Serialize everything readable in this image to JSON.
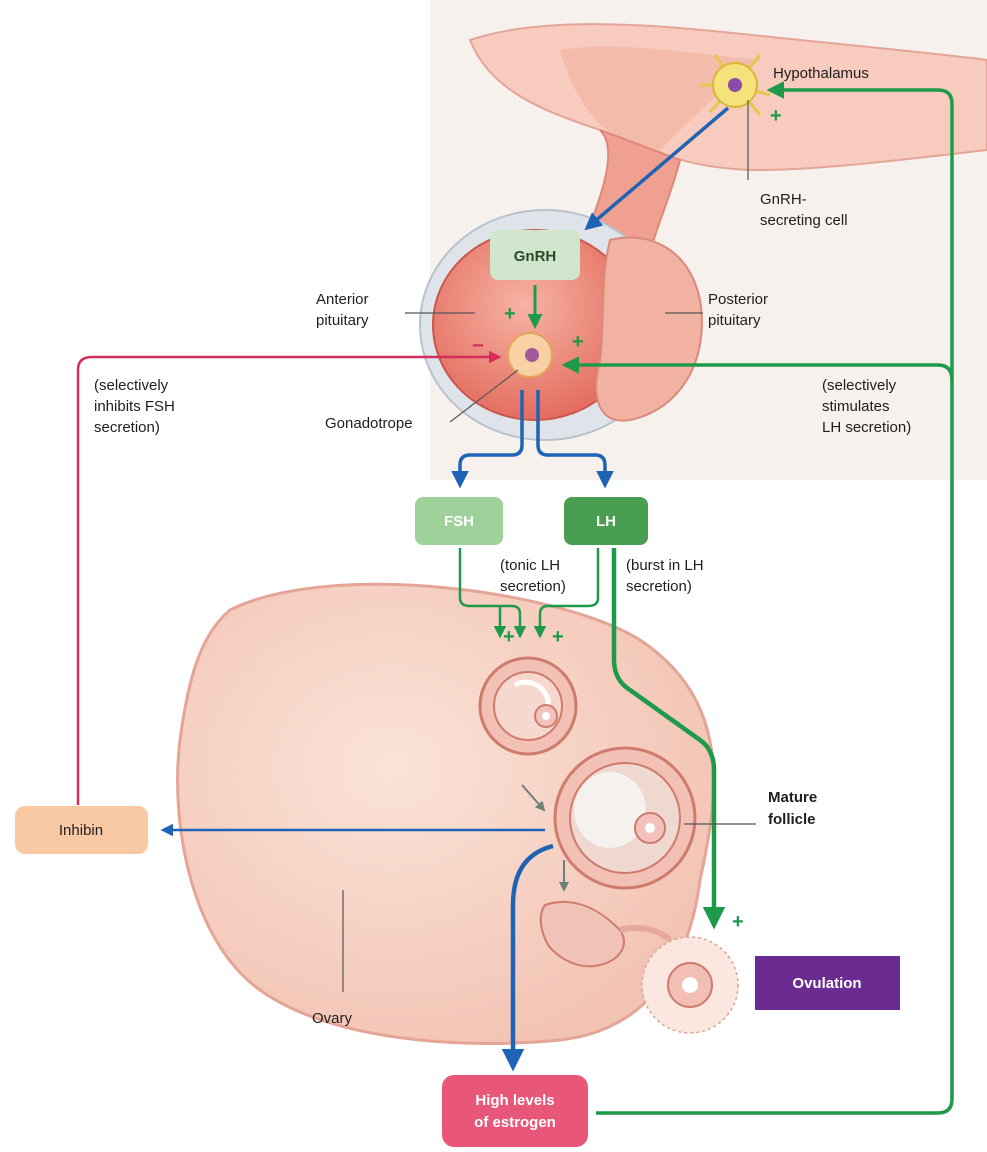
{
  "labels": {
    "hypothalamus": "Hypothalamus",
    "gnrh_cell_1": "GnRH-",
    "gnrh_cell_2": "secreting cell",
    "anterior_1": "Anterior",
    "anterior_2": "pituitary",
    "posterior_1": "Posterior",
    "posterior_2": "pituitary",
    "gonadotrope": "Gonadotrope",
    "inhibits_1": "(selectively",
    "inhibits_2": "inhibits FSH",
    "inhibits_3": "secretion)",
    "stimulates_1": "(selectively",
    "stimulates_2": "stimulates",
    "stimulates_3": "LH secretion)",
    "tonic_1": "(tonic LH",
    "tonic_2": "secretion)",
    "burst_1": "(burst in LH",
    "burst_2": "secretion)",
    "mature_1": "Mature",
    "mature_2": "follicle",
    "ovary": "Ovary"
  },
  "boxes": {
    "gnrh": "GnRH",
    "fsh": "FSH",
    "lh": "LH",
    "inhibin": "Inhibin",
    "ovulation": "Ovulation",
    "estrogen_1": "High levels",
    "estrogen_2": "of estrogen"
  },
  "signs": {
    "plus": "+",
    "minus": "−"
  },
  "colors": {
    "stimulation": "#1f9a4a",
    "inhibition": "#d42e5b",
    "hormone_path": "#1f63b4",
    "gnrh_box": "#cfe6cd",
    "fsh_box": "#9fd29a",
    "lh_box": "#4a9e52",
    "inhibin_box": "#f9c9a4",
    "ovulation_box": "#6a2c91",
    "estrogen_box": "#e8577a"
  }
}
